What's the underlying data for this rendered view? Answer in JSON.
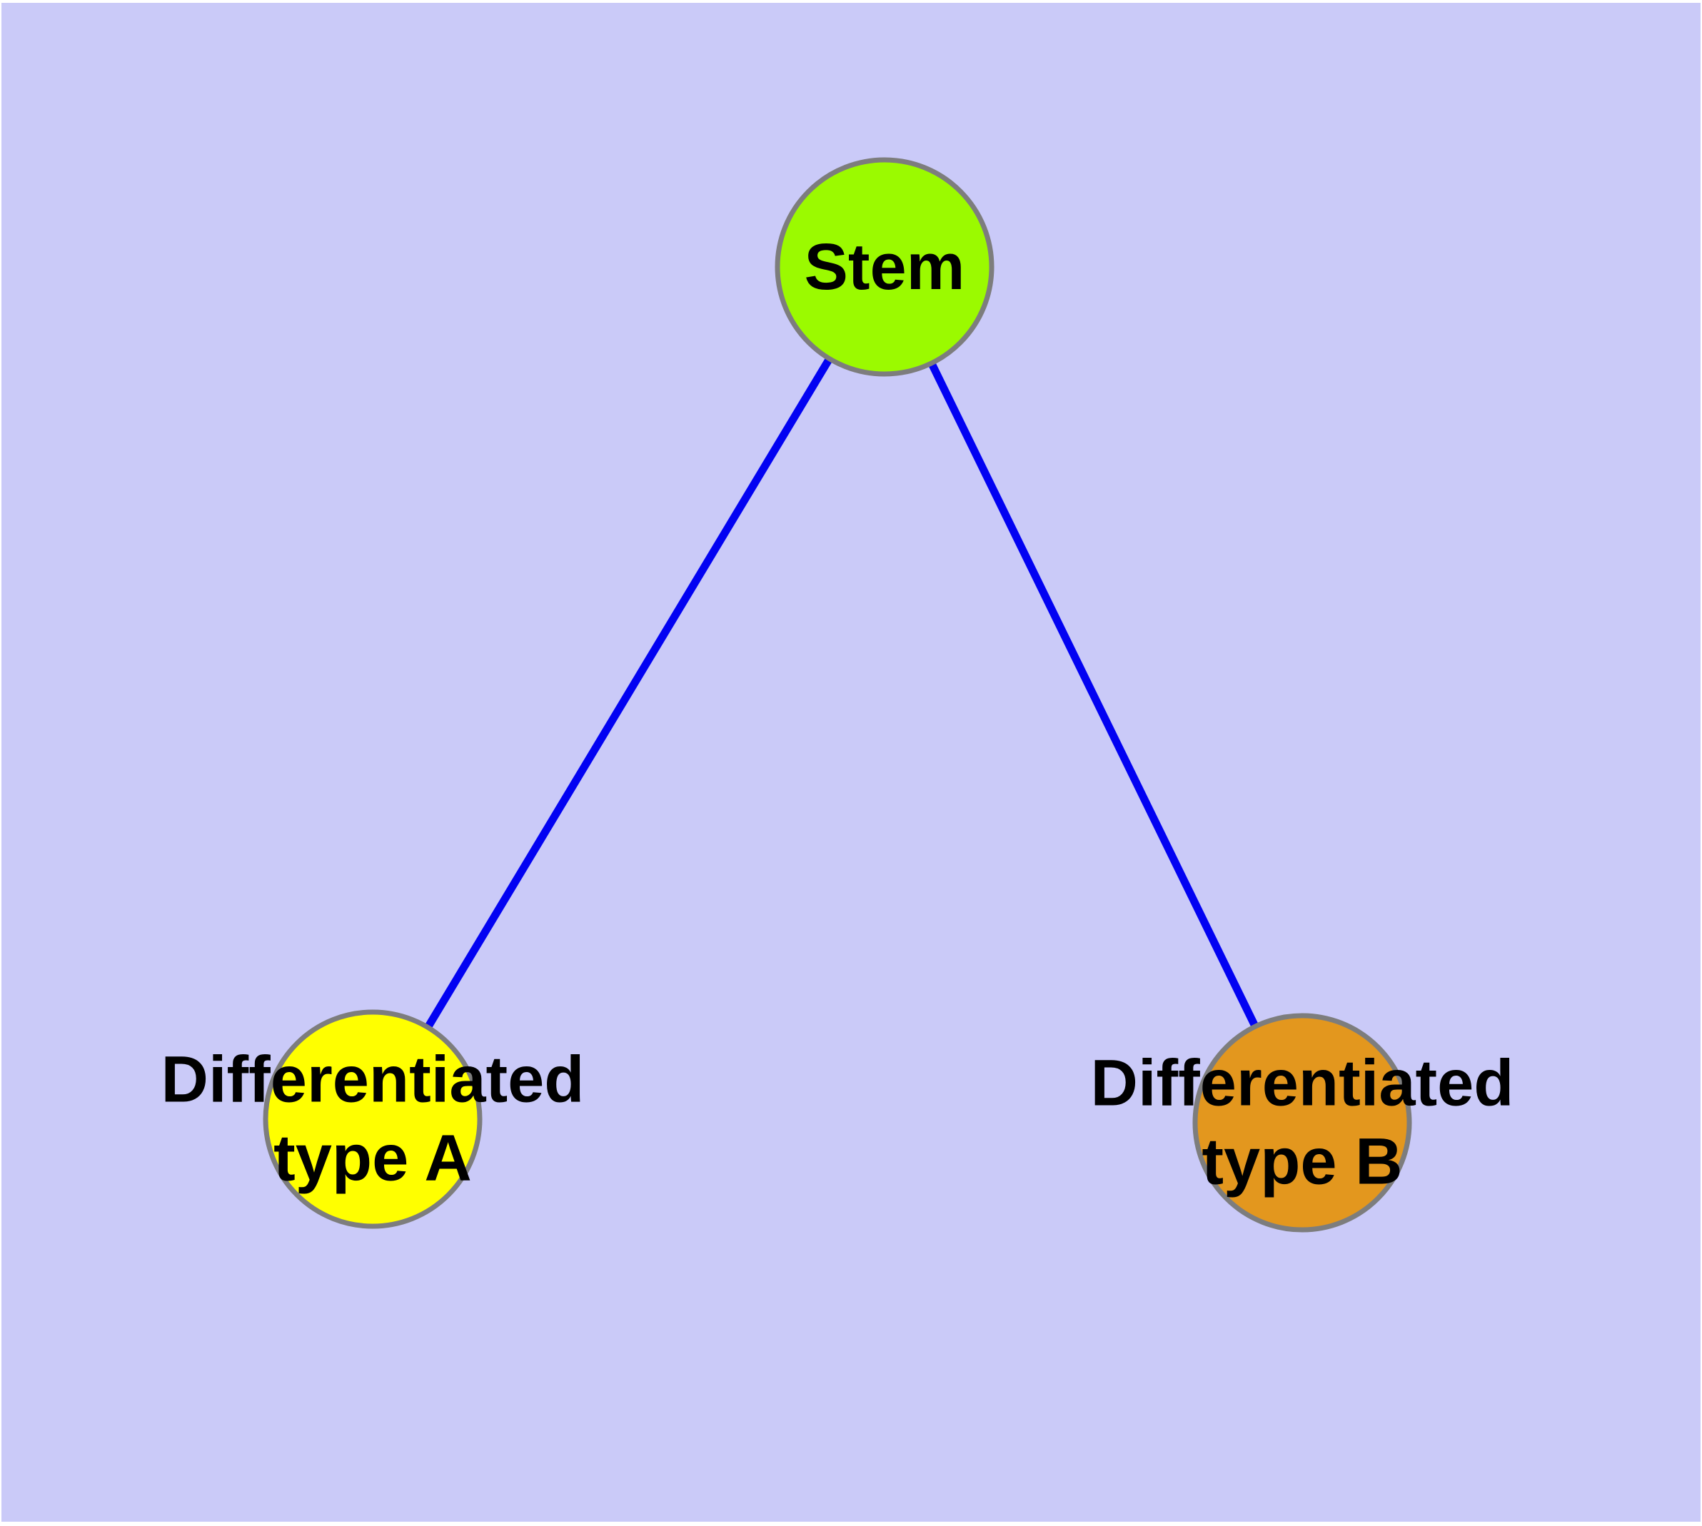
{
  "diagram": {
    "type": "graph",
    "background_color": "#CACAF8",
    "edge_color": "#0202F2",
    "node_border_color": "#7D7D7D",
    "text_color": "#000000",
    "nodes": {
      "stem": {
        "id": "stem",
        "label": "Stem",
        "fill": "#9BFA00"
      },
      "type_a": {
        "id": "type_a",
        "label": "Differentiated\ntype A",
        "fill": "#FFFF00"
      },
      "type_b": {
        "id": "type_b",
        "label": "Differentiated\ntype B",
        "fill": "#E3971E"
      }
    },
    "edges": [
      {
        "from": "stem",
        "to": "type_a"
      },
      {
        "from": "stem",
        "to": "type_b"
      }
    ]
  }
}
